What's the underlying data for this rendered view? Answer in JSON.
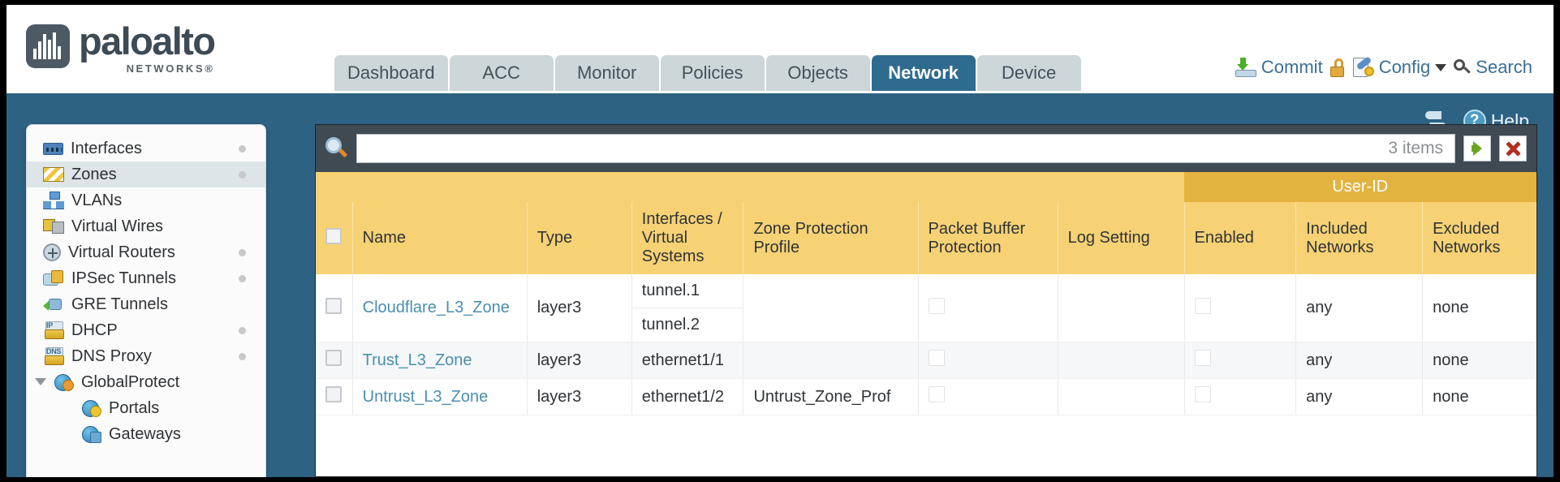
{
  "brand": {
    "name": "paloalto",
    "sub": "NETWORKS®"
  },
  "nav": {
    "tabs": [
      {
        "label": "Dashboard",
        "active": false
      },
      {
        "label": "ACC",
        "active": false
      },
      {
        "label": "Monitor",
        "active": false
      },
      {
        "label": "Policies",
        "active": false
      },
      {
        "label": "Objects",
        "active": false
      },
      {
        "label": "Network",
        "active": true
      },
      {
        "label": "Device",
        "active": false
      }
    ],
    "actions": {
      "commit": "Commit",
      "config": "Config",
      "search": "Search"
    }
  },
  "toolbar": {
    "help": "Help",
    "help_glyph": "?"
  },
  "sidebar": {
    "items": [
      {
        "label": "Interfaces",
        "icon": "interfaces-icon",
        "active": false,
        "dot": true,
        "child": false,
        "arrow": false
      },
      {
        "label": "Zones",
        "icon": "zones-icon",
        "active": true,
        "dot": true,
        "child": false,
        "arrow": false
      },
      {
        "label": "VLANs",
        "icon": "vlans-icon",
        "active": false,
        "dot": false,
        "child": false,
        "arrow": false
      },
      {
        "label": "Virtual Wires",
        "icon": "virtual-wires-icon",
        "active": false,
        "dot": false,
        "child": false,
        "arrow": false
      },
      {
        "label": "Virtual Routers",
        "icon": "virtual-routers-icon",
        "active": false,
        "dot": true,
        "child": false,
        "arrow": false
      },
      {
        "label": "IPSec Tunnels",
        "icon": "ipsec-tunnels-icon",
        "active": false,
        "dot": true,
        "child": false,
        "arrow": false
      },
      {
        "label": "GRE Tunnels",
        "icon": "gre-tunnels-icon",
        "active": false,
        "dot": false,
        "child": false,
        "arrow": false
      },
      {
        "label": "DHCP",
        "icon": "dhcp-icon",
        "active": false,
        "dot": true,
        "child": false,
        "arrow": false
      },
      {
        "label": "DNS Proxy",
        "icon": "dns-proxy-icon",
        "active": false,
        "dot": true,
        "child": false,
        "arrow": false
      },
      {
        "label": "GlobalProtect",
        "icon": "globalprotect-icon",
        "active": false,
        "dot": false,
        "child": false,
        "arrow": true
      },
      {
        "label": "Portals",
        "icon": "portals-icon",
        "active": false,
        "dot": false,
        "child": true,
        "arrow": false
      },
      {
        "label": "Gateways",
        "icon": "gateways-icon",
        "active": false,
        "dot": false,
        "child": true,
        "arrow": false
      }
    ]
  },
  "search": {
    "value": "",
    "items_count": "3 items",
    "apply_icon": "apply-filter-icon",
    "clear_icon": "clear-filter-icon",
    "search_icon": "search-icon"
  },
  "table": {
    "group_header": "User-ID",
    "columns": [
      "Name",
      "Type",
      "Interfaces / Virtual Systems",
      "Zone Protection Profile",
      "Packet Buffer Protection",
      "Log Setting",
      "Enabled",
      "Included Networks",
      "Excluded Networks"
    ],
    "rows": [
      {
        "name": "Cloudflare_L3_Zone",
        "type": "layer3",
        "interfaces": [
          "tunnel.1",
          "tunnel.2"
        ],
        "zone_protection_profile": "",
        "packet_buffer_protection": false,
        "log_setting": "",
        "userid_enabled": false,
        "included_networks": "any",
        "excluded_networks": "none"
      },
      {
        "name": "Trust_L3_Zone",
        "type": "layer3",
        "interfaces": [
          "ethernet1/1"
        ],
        "zone_protection_profile": "",
        "packet_buffer_protection": false,
        "log_setting": "",
        "userid_enabled": false,
        "included_networks": "any",
        "excluded_networks": "none"
      },
      {
        "name": "Untrust_L3_Zone",
        "type": "layer3",
        "interfaces": [
          "ethernet1/2"
        ],
        "zone_protection_profile": "Untrust_Zone_Prof",
        "packet_buffer_protection": false,
        "log_setting": "",
        "userid_enabled": false,
        "included_networks": "any",
        "excluded_networks": "none"
      }
    ]
  },
  "colors": {
    "brand_blue": "#2d6283",
    "tab_active": "#2f6b8f",
    "tab_inactive": "#cdd6d8",
    "header_amber": "#f6d275",
    "group_amber": "#e3b33f",
    "link_blue": "#4a8fae",
    "panel_dark": "#3f4a52"
  }
}
